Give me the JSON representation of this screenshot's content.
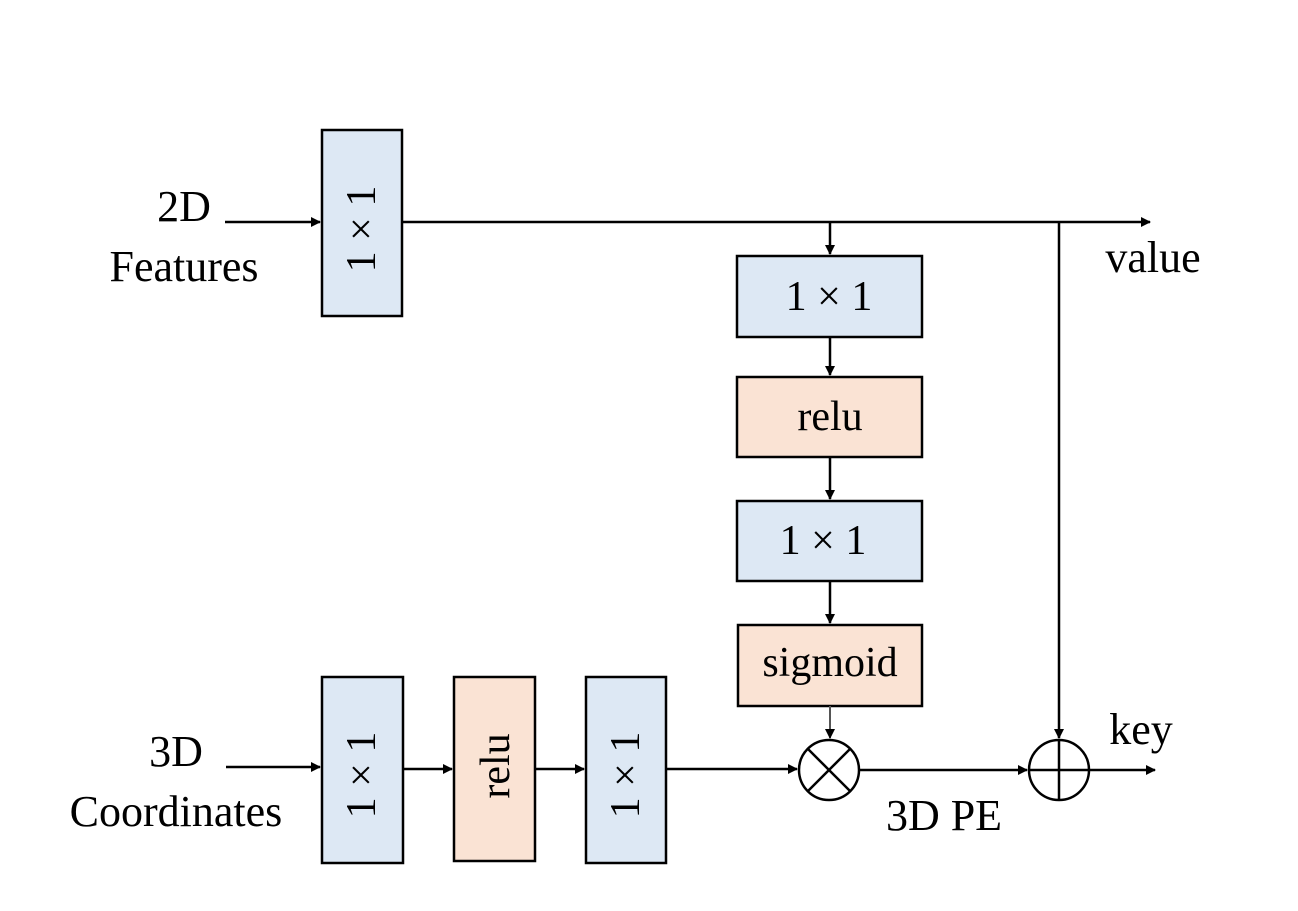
{
  "inputs": {
    "features_line1": "2D",
    "features_line2": "Features",
    "coords_line1": "3D",
    "coords_line2": "Coordinates"
  },
  "outputs": {
    "value": "value",
    "key": "key",
    "pe": "3D PE"
  },
  "blocks": {
    "conv_features": "1 × 1",
    "conv_gate_1": "1 × 1",
    "relu_gate": "relu",
    "conv_gate_2": "1 × 1",
    "sigmoid_gate": "sigmoid",
    "conv_coords_1": "1 × 1",
    "relu_coords": "relu",
    "conv_coords_2": "1 × 1"
  },
  "colors": {
    "conv_fill": "#dde8f4",
    "activation_fill": "#fae3d4"
  }
}
